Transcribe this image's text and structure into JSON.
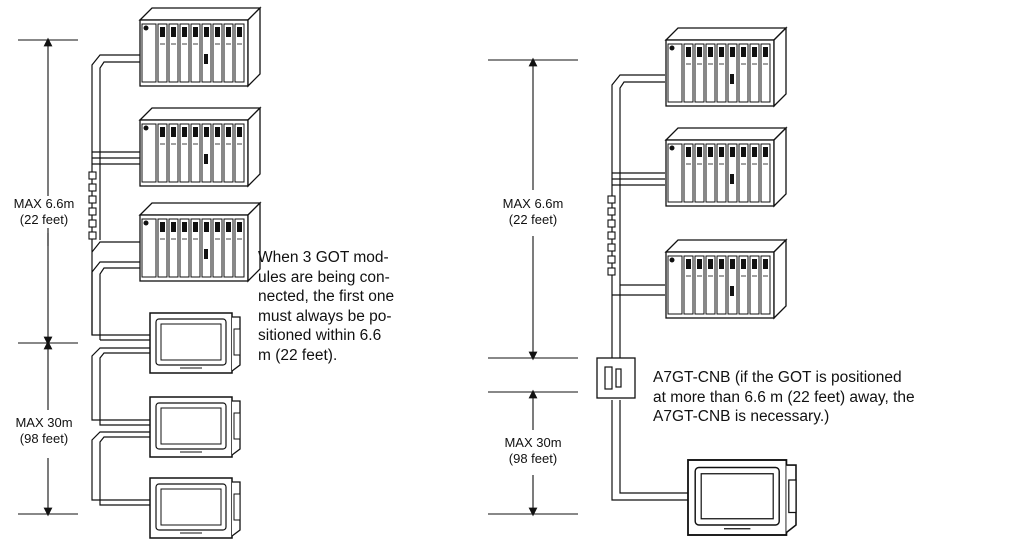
{
  "left_diagram": {
    "dim_upper": "MAX 6.6m\n(22 feet)",
    "dim_lower": "MAX 30m\n(98 feet)",
    "note": "When 3 GOT mod-\nules are being con-\nnected, the first one\nmust always be po-\nsitioned within 6.6\nm (22 feet)."
  },
  "right_diagram": {
    "dim_upper": "MAX 6.6m\n(22 feet)",
    "dim_lower": "MAX 30m\n(98 feet)",
    "note": "A7GT-CNB (if the GOT is positioned\nat more than 6.6 m (22 feet) away, the\nA7GT-CNB is necessary.)"
  }
}
